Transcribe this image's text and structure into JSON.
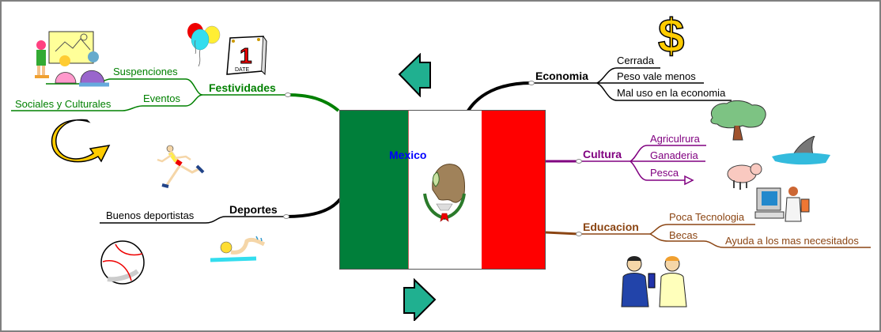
{
  "central": {
    "title": "Mexico",
    "flag_colors": {
      "green": "#007F3A",
      "white": "#ffffff",
      "red": "#ff0000"
    }
  },
  "branches": {
    "festividades": {
      "label": "Festividades",
      "color": "#008000",
      "children": [
        {
          "label": "Suspenciones"
        },
        {
          "label": "Eventos",
          "children": [
            {
              "label": "Sociales y Culturales"
            }
          ]
        }
      ]
    },
    "deportes": {
      "label": "Deportes",
      "color": "#000000",
      "children": [
        {
          "label": "Buenos deportistas"
        }
      ]
    },
    "economia": {
      "label": "Economia",
      "color": "#000000",
      "children": [
        {
          "label": "Cerrada"
        },
        {
          "label": "Peso vale menos"
        },
        {
          "label": "Mal uso en la economia"
        }
      ]
    },
    "cultura": {
      "label": "Cultura",
      "color": "#800080",
      "children": [
        {
          "label": "Agriculrura"
        },
        {
          "label": "Ganaderia"
        },
        {
          "label": "Pesca"
        }
      ]
    },
    "educacion": {
      "label": "Educacion",
      "color": "#8B4513",
      "children": [
        {
          "label": "Poca Tecnologia"
        },
        {
          "label": "Becas",
          "children": [
            {
              "label": "Ayuda a los mas necesitados"
            }
          ]
        }
      ]
    }
  },
  "icons": [
    "children-painting-icon",
    "balloons-icon",
    "calendar-icon",
    "curved-arrow-icon",
    "runner-icon",
    "baseball-icon",
    "swimmer-icon",
    "dollar-icon",
    "tree-icon",
    "shark-fin-icon",
    "pig-icon",
    "computer-user-icon",
    "businessmen-icon",
    "nav-arrow-left-icon",
    "nav-arrow-right-icon"
  ]
}
